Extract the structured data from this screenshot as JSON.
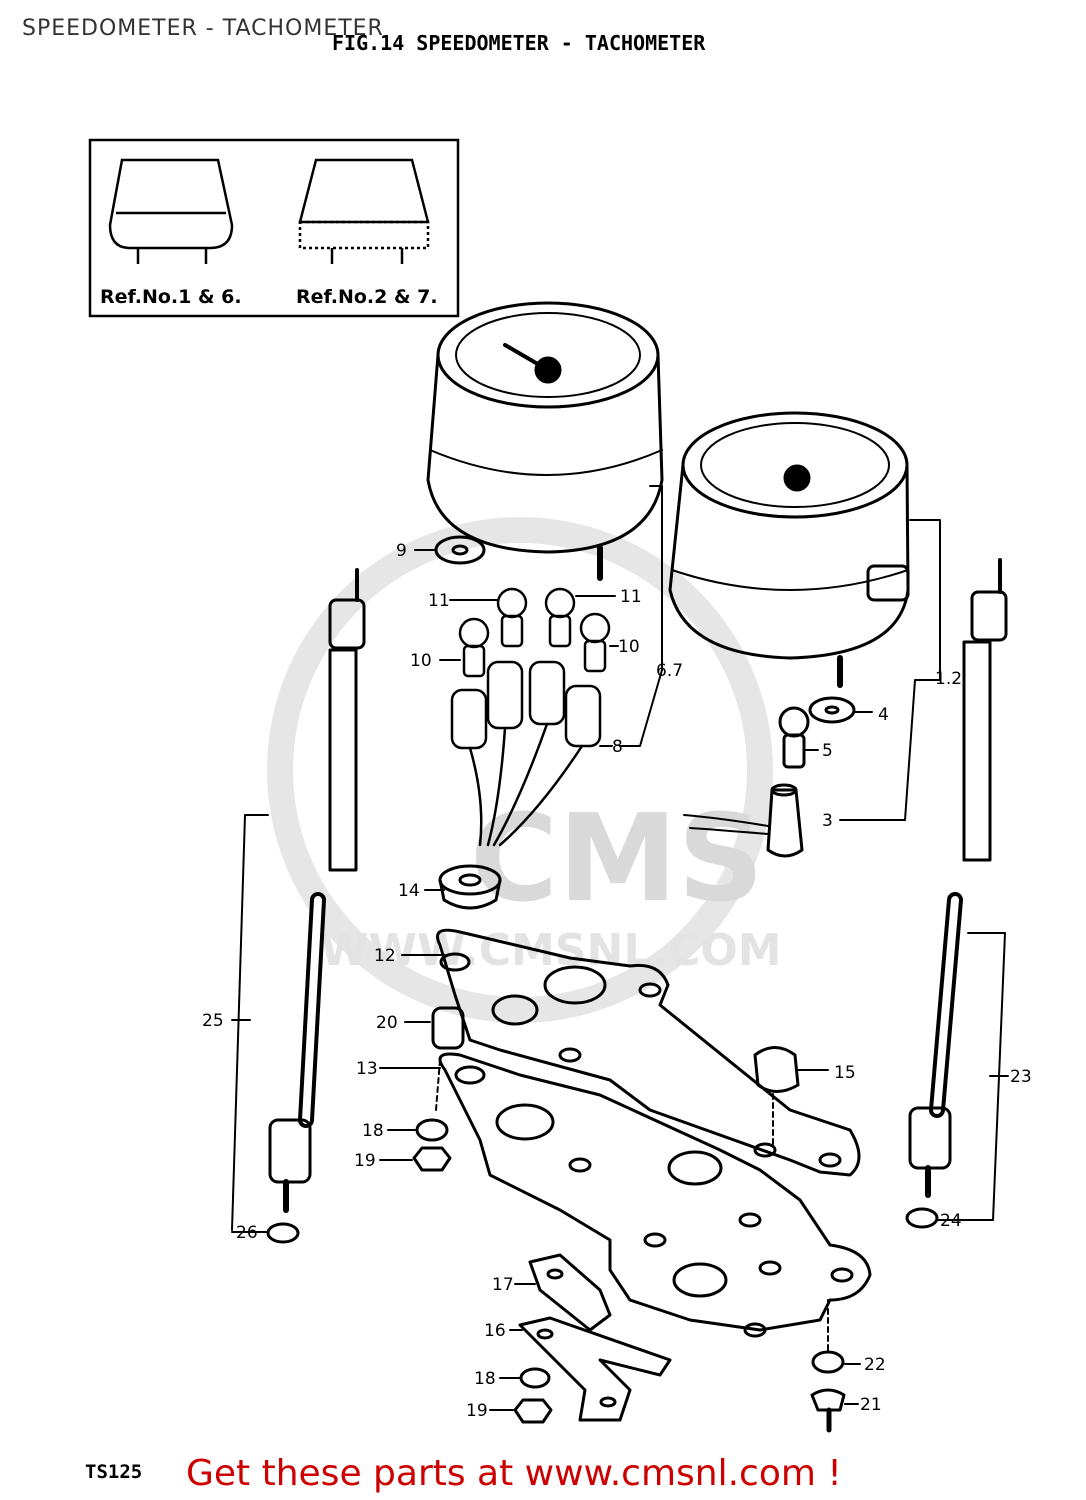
{
  "page": {
    "title": "SPEEDOMETER - TACHOMETER",
    "figure_caption": "FIG.14 SPEEDOMETER - TACHOMETER",
    "model_code": "TS125",
    "footer_banner": "Get these parts at www.cmsnl.com !"
  },
  "inset": {
    "caption_left": "Ref.No.1 & 6.",
    "caption_right": "Ref.No.2 & 7."
  },
  "watermark": {
    "logo": "CMS",
    "url": "WWW.CMSNL.COM"
  },
  "callouts": [
    "9",
    "11",
    "11",
    "10",
    "10",
    "6.7",
    "1.2",
    "4",
    "5",
    "8",
    "3",
    "14",
    "12",
    "20",
    "13",
    "15",
    "18",
    "19",
    "25",
    "23",
    "26",
    "24",
    "17",
    "16",
    "22",
    "18",
    "19",
    "21"
  ],
  "colors": {
    "line": "#000000",
    "watermark": "#d9d9d9",
    "banner": "#cc0000"
  }
}
